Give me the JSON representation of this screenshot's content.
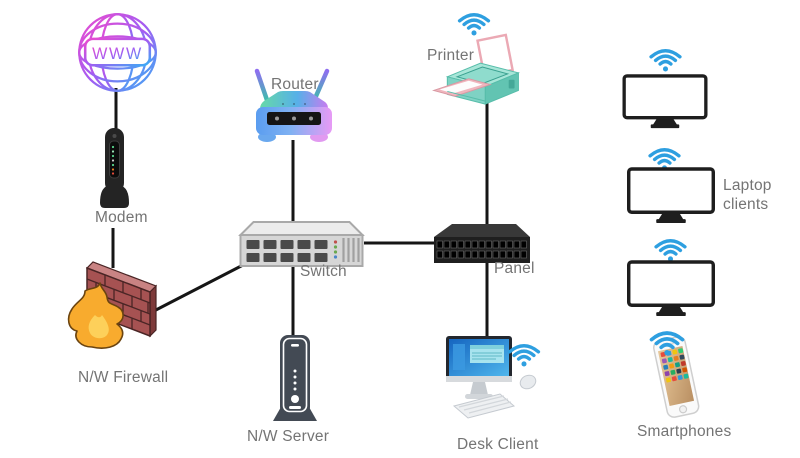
{
  "diagram": {
    "type": "network-topology",
    "nodes": {
      "www": {
        "label": "WWW",
        "icon": "globe-icon"
      },
      "modem": {
        "label": "Modem",
        "icon": "modem-icon"
      },
      "firewall": {
        "label": "N/W Firewall",
        "icon": "firewall-icon"
      },
      "router": {
        "label": "Router",
        "icon": "router-icon"
      },
      "switch": {
        "label": "Switch",
        "icon": "switch-icon"
      },
      "server": {
        "label": "N/W Server",
        "icon": "server-icon"
      },
      "printer": {
        "label": "Printer",
        "icon": "printer-icon",
        "wireless": true
      },
      "panel": {
        "label": "Panel",
        "icon": "patch-panel-icon"
      },
      "desk_client": {
        "label": "Desk Client",
        "icon": "desktop-computer-icon",
        "wireless": true
      },
      "laptop_clients": {
        "label": "Laptop clients",
        "icon": "monitor-icon",
        "count": 3,
        "wireless": true
      },
      "smartphones": {
        "label": "Smartphones",
        "icon": "smartphone-icon",
        "wireless": true
      }
    },
    "connections": [
      {
        "from": "WWW",
        "to": "Modem"
      },
      {
        "from": "Modem",
        "to": "N/W Firewall"
      },
      {
        "from": "N/W Firewall",
        "to": "Switch"
      },
      {
        "from": "Router",
        "to": "Switch"
      },
      {
        "from": "Switch",
        "to": "Panel"
      },
      {
        "from": "Switch",
        "to": "N/W Server"
      },
      {
        "from": "Printer",
        "to": "Panel"
      },
      {
        "from": "Panel",
        "to": "Desk Client"
      }
    ],
    "colors": {
      "connection_line": "#161616",
      "label_text": "#747474",
      "wifi_icon": "#2e9fe0",
      "globe_gradient": [
        "#ec4bce",
        "#a45bf2",
        "#38aef5"
      ],
      "router_gradient": [
        "#66d9a8",
        "#57b0e8",
        "#c77cf0"
      ],
      "firewall_brick": "#a65252",
      "flame": "#f8ab2e",
      "printer_teal": "#7fd2c4",
      "printer_pink": "#f0b6be",
      "switch_gray": "#d6d6d6",
      "panel_black": "#1f1f1f",
      "server_dark": "#434a54",
      "monitor_outline": "#1e1e1e"
    }
  }
}
